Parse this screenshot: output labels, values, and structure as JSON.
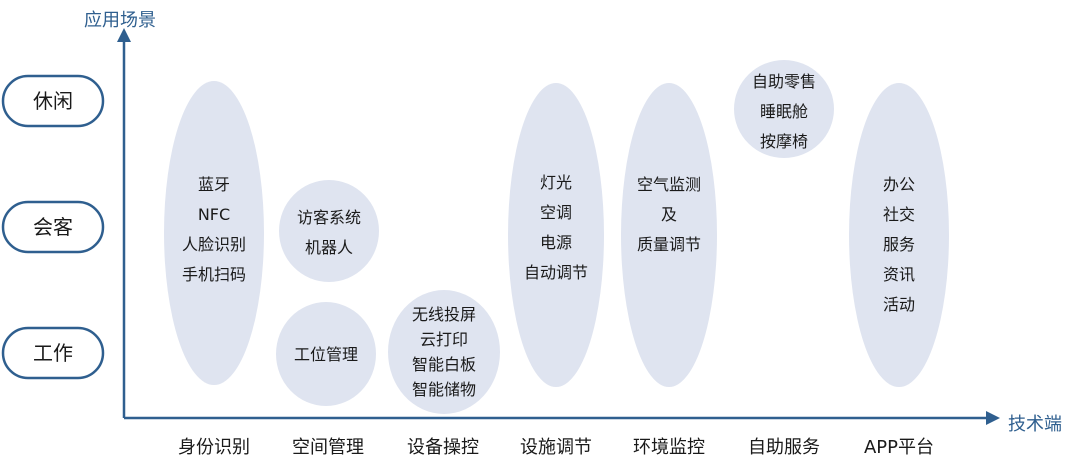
{
  "y_axis_title": "应用场景",
  "x_axis_title": "技术端",
  "rows": [
    {
      "key": "leisure",
      "label": "休闲"
    },
    {
      "key": "meeting",
      "label": "会客"
    },
    {
      "key": "work",
      "label": "工作"
    }
  ],
  "columns": [
    {
      "key": "identity",
      "label": "身份识别"
    },
    {
      "key": "space",
      "label": "空间管理"
    },
    {
      "key": "device",
      "label": "设备操控"
    },
    {
      "key": "facility",
      "label": "设施调节"
    },
    {
      "key": "environment",
      "label": "环境监控"
    },
    {
      "key": "self-service",
      "label": "自助服务"
    },
    {
      "key": "app",
      "label": "APP平台"
    }
  ],
  "bubbles": [
    {
      "key": "identity",
      "lines": [
        "蓝牙",
        "NFC",
        "人脸识别",
        "手机扫码"
      ]
    },
    {
      "key": "space-visitor",
      "lines": [
        "访客系统",
        "机器人"
      ]
    },
    {
      "key": "space-workstation",
      "lines": [
        "工位管理"
      ]
    },
    {
      "key": "device",
      "lines": [
        "无线投屏",
        "云打印",
        "智能白板",
        "智能储物"
      ]
    },
    {
      "key": "facility",
      "lines": [
        "灯光",
        "空调",
        "电源",
        "自动调节"
      ]
    },
    {
      "key": "environment",
      "lines": [
        "空气监测",
        "及",
        "质量调节"
      ]
    },
    {
      "key": "self-service",
      "lines": [
        "自助零售",
        "睡眠舱",
        "按摩椅"
      ]
    },
    {
      "key": "app",
      "lines": [
        "办公",
        "社交",
        "服务",
        "资讯",
        "活动"
      ]
    }
  ]
}
